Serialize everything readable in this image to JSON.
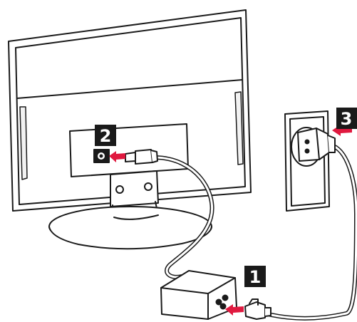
{
  "steps": [
    {
      "id": "adapter",
      "label": "1"
    },
    {
      "id": "monitor",
      "label": "2"
    },
    {
      "id": "wall-outlet",
      "label": "3"
    }
  ],
  "colors": {
    "line": "#1a1a1a",
    "badge_bg": "#1a1a1a",
    "badge_text": "#ffffff",
    "arrow": "#e0193f",
    "fill": "#ffffff",
    "shade": "#f2f2f2"
  }
}
